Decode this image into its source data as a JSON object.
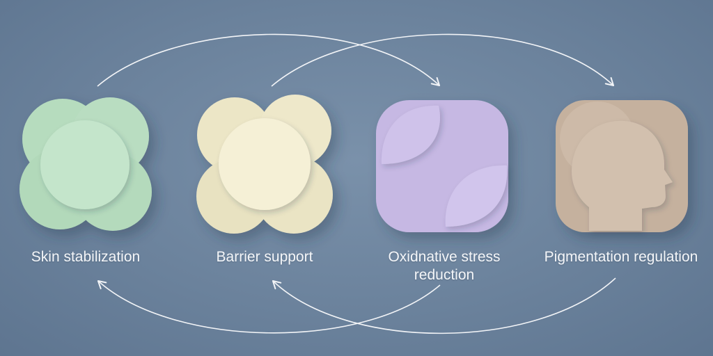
{
  "stages": [
    {
      "label_lines": [
        "Skin stabilization"
      ],
      "icon": "overlapping-circles-icon",
      "color": "#bfe0c6"
    },
    {
      "label_lines": [
        "Barrier support"
      ],
      "icon": "layered-circles-icon",
      "color": "#f0ebcf"
    },
    {
      "label_lines": [
        "Oxidnative stress",
        "reduction"
      ],
      "icon": "leaf-shapes-icon",
      "color": "#cbbde8"
    },
    {
      "label_lines": [
        "Pigmentation regulation"
      ],
      "icon": "human-head-profile-icon",
      "color": "#cbb8a6"
    }
  ],
  "connectors": {
    "top": [
      "stage-1 to stage-3",
      "stage-2 to stage-4"
    ],
    "bottom": [
      "stage-3 to stage-1",
      "stage-4 to stage-2"
    ],
    "color": "#f2f4f7"
  },
  "background": "#6f86a0"
}
